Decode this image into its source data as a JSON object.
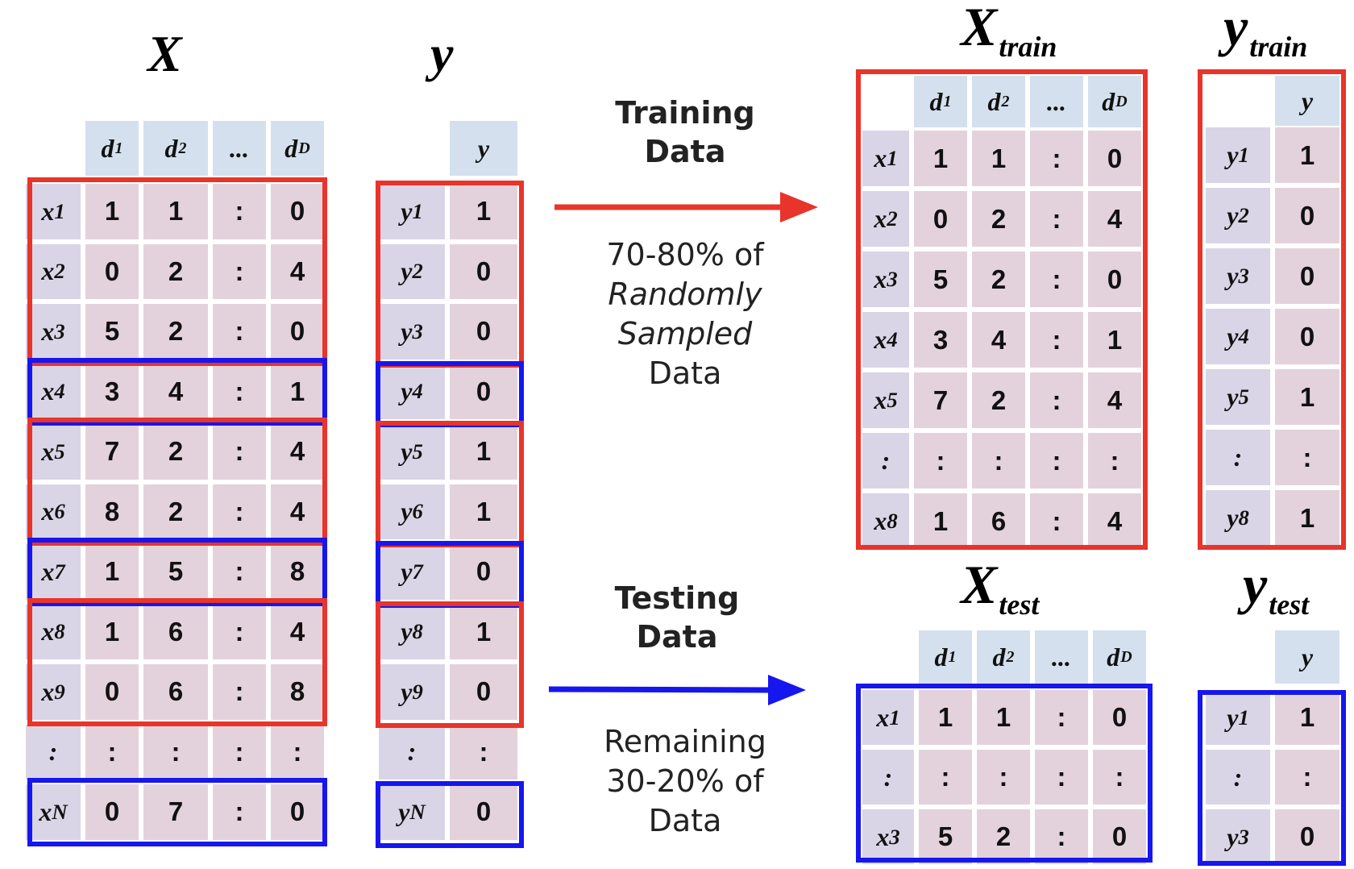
{
  "titles": {
    "x_main": "X",
    "y_main": "y",
    "x_train": "X",
    "x_train_sub": "train",
    "y_train": "y",
    "y_train_sub": "train",
    "x_test": "X",
    "x_test_sub": "test",
    "y_test": "y",
    "y_test_sub": "test"
  },
  "columns": [
    {
      "base": "d",
      "sub": "1"
    },
    {
      "base": "d",
      "sub": "2"
    },
    {
      "base": "...",
      "sub": ""
    },
    {
      "base": "d",
      "sub": "D"
    }
  ],
  "y_header": "y",
  "main_rows": [
    {
      "x": "x",
      "xs": "1",
      "vals": [
        "1",
        "1",
        ":",
        "0"
      ],
      "y": "y",
      "ys": "1",
      "yv": "1",
      "set": "train"
    },
    {
      "x": "x",
      "xs": "2",
      "vals": [
        "0",
        "2",
        ":",
        "4"
      ],
      "y": "y",
      "ys": "2",
      "yv": "0",
      "set": "train"
    },
    {
      "x": "x",
      "xs": "3",
      "vals": [
        "5",
        "2",
        ":",
        "0"
      ],
      "y": "y",
      "ys": "3",
      "yv": "0",
      "set": "train"
    },
    {
      "x": "x",
      "xs": "4",
      "vals": [
        "3",
        "4",
        ":",
        "1"
      ],
      "y": "y",
      "ys": "4",
      "yv": "0",
      "set": "test"
    },
    {
      "x": "x",
      "xs": "5",
      "vals": [
        "7",
        "2",
        ":",
        "4"
      ],
      "y": "y",
      "ys": "5",
      "yv": "1",
      "set": "train"
    },
    {
      "x": "x",
      "xs": "6",
      "vals": [
        "8",
        "2",
        ":",
        "4"
      ],
      "y": "y",
      "ys": "6",
      "yv": "1",
      "set": "train"
    },
    {
      "x": "x",
      "xs": "7",
      "vals": [
        "1",
        "5",
        ":",
        "8"
      ],
      "y": "y",
      "ys": "7",
      "yv": "0",
      "set": "test"
    },
    {
      "x": "x",
      "xs": "8",
      "vals": [
        "1",
        "6",
        ":",
        "4"
      ],
      "y": "y",
      "ys": "8",
      "yv": "1",
      "set": "train"
    },
    {
      "x": "x",
      "xs": "9",
      "vals": [
        "0",
        "6",
        ":",
        "8"
      ],
      "y": "y",
      "ys": "9",
      "yv": "0",
      "set": "train"
    },
    {
      "x": ":",
      "xs": "",
      "vals": [
        ":",
        ":",
        ":",
        ":"
      ],
      "y": ":",
      "ys": "",
      "yv": ":",
      "set": "none"
    },
    {
      "x": "x",
      "xs": "N",
      "vals": [
        "0",
        "7",
        ":",
        "0"
      ],
      "y": "y",
      "ys": "N",
      "yv": "0",
      "set": "test"
    }
  ],
  "train_rows": [
    {
      "x": "x",
      "xs": "1",
      "vals": [
        "1",
        "1",
        ":",
        "0"
      ],
      "y": "y",
      "ys": "1",
      "yv": "1"
    },
    {
      "x": "x",
      "xs": "2",
      "vals": [
        "0",
        "2",
        ":",
        "4"
      ],
      "y": "y",
      "ys": "2",
      "yv": "0"
    },
    {
      "x": "x",
      "xs": "3",
      "vals": [
        "5",
        "2",
        ":",
        "0"
      ],
      "y": "y",
      "ys": "3",
      "yv": "0"
    },
    {
      "x": "x",
      "xs": "4",
      "vals": [
        "3",
        "4",
        ":",
        "1"
      ],
      "y": "y",
      "ys": "4",
      "yv": "0"
    },
    {
      "x": "x",
      "xs": "5",
      "vals": [
        "7",
        "2",
        ":",
        "4"
      ],
      "y": "y",
      "ys": "5",
      "yv": "1"
    },
    {
      "x": ":",
      "xs": "",
      "vals": [
        ":",
        ":",
        ":",
        ":"
      ],
      "y": ":",
      "ys": "",
      "yv": ":"
    },
    {
      "x": "x",
      "xs": "8",
      "vals": [
        "1",
        "6",
        ":",
        "4"
      ],
      "y": "y",
      "ys": "8",
      "yv": "1"
    }
  ],
  "test_rows": [
    {
      "x": "x",
      "xs": "1",
      "vals": [
        "1",
        "1",
        ":",
        "0"
      ],
      "y": "y",
      "ys": "1",
      "yv": "1"
    },
    {
      "x": ":",
      "xs": "",
      "vals": [
        ":",
        ":",
        ":",
        ":"
      ],
      "y": ":",
      "ys": "",
      "yv": ":"
    },
    {
      "x": "x",
      "xs": "3",
      "vals": [
        "5",
        "2",
        ":",
        "0"
      ],
      "y": "y",
      "ys": "3",
      "yv": "0"
    }
  ],
  "captions": {
    "training_title": [
      "Training",
      "Data"
    ],
    "training_text": [
      "70-80% of",
      "Randomly",
      "Sampled",
      "Data"
    ],
    "testing_title": [
      "Testing",
      "Data"
    ],
    "testing_text": [
      "Remaining",
      "30-20% of",
      "Data"
    ]
  },
  "colors": {
    "train": "#e8342a",
    "test": "#1616ee",
    "header_bg": "#d4e0ee",
    "label_bg": "#d9d5e6",
    "value_bg": "#e3d2dc"
  }
}
